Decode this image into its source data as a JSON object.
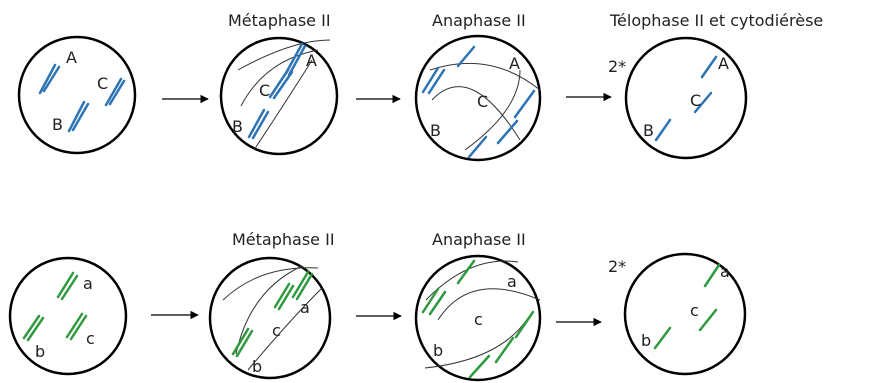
{
  "colors": {
    "row_top_chromosomes": "#2e74b5",
    "row_bottom_chromosomes": "#2f9a3f",
    "cell_outline": "#000000"
  },
  "rows": [
    {
      "id": "top",
      "stage_labels": {
        "metaphase": "Métaphase II",
        "anaphase": "Anaphase II",
        "telophase": "Télophase II et cytodiérèse"
      },
      "chromosome_labels": [
        "A",
        "B",
        "C"
      ],
      "multiplier": "2*"
    },
    {
      "id": "bottom",
      "stage_labels": {
        "metaphase": "Métaphase II",
        "anaphase": "Anaphase II"
      },
      "chromosome_labels": [
        "a",
        "b",
        "c"
      ],
      "multiplier": "2*"
    }
  ]
}
